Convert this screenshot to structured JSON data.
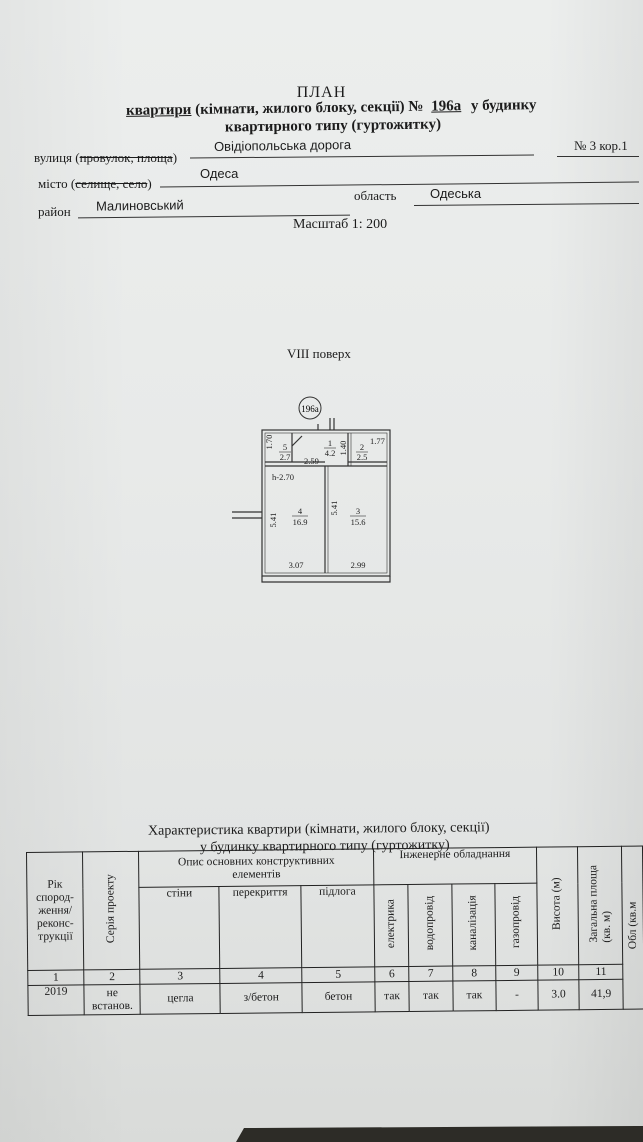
{
  "document": {
    "title": "ПЛАН",
    "subtitle_prefix": "квартири",
    "subtitle_middle": "(кімнати, жилого блоку, секції)",
    "number_sign": "№",
    "apartment_number": "196а",
    "subtitle_suffix": "у будинку",
    "subtitle_line2": "квартирного типу (гуртожитку)",
    "street_label_a": "вулиця (",
    "street_label_strike": "провулок, площа",
    "street_label_b": ")",
    "street_value": "Овідіопольська дорога",
    "building_value": "№ 3 кор.1",
    "city_label_a": "місто (",
    "city_label_strike": "селище, село",
    "city_label_b": ")",
    "city_value": "Одеса",
    "district_label": "район",
    "district_value": "Малиновський",
    "region_label": "область",
    "region_value": "Одеська",
    "scale": "Масштаб 1: 200",
    "floor": "VIII поверх"
  },
  "floorplan": {
    "apartment_tag": "196а",
    "height_label": "h-2.70",
    "rooms": [
      {
        "number": "5",
        "area": "2.7"
      },
      {
        "number": "1",
        "area": "4.2"
      },
      {
        "number": "2",
        "area": "2.5"
      },
      {
        "number": "4",
        "area": "16.9"
      },
      {
        "number": "3",
        "area": "15.6"
      }
    ],
    "dimensions": {
      "d_1_70": "1.70",
      "d_1_40": "1.40",
      "d_1_77": "1.77",
      "d_2_59": "2.59",
      "d_5_41_left": "5.41",
      "d_5_41_mid": "5.41",
      "d_3_07": "3.07",
      "d_2_99": "2.99"
    }
  },
  "characteristics": {
    "title_line1": "Характеристика квартири (кімнати, жилого блоку, секції)",
    "title_line2": "у будинку квартирного типу (гуртожитку)",
    "headers": {
      "year": [
        "Рік",
        "спород-",
        "ження/",
        "реконс-",
        "трукції"
      ],
      "series": "Серія проекту",
      "structures": [
        "Опис основних конструктивних",
        "елементів"
      ],
      "walls": "стіни",
      "floors_ceil": "перекриття",
      "floor": "підлога",
      "engineering": "Інженерне обладнання",
      "electric": "електрика",
      "water": "водопровід",
      "sewer": "каналізація",
      "gas": "газопровід",
      "height": "Висота (м)",
      "total_area": [
        "Загальна площа",
        "(кв. м)"
      ],
      "partial": "Обл (кв.м"
    },
    "column_numbers": [
      "1",
      "2",
      "3",
      "4",
      "5",
      "6",
      "7",
      "8",
      "9",
      "10",
      "11"
    ],
    "row": {
      "year": "2019",
      "series": [
        "не",
        "встанов."
      ],
      "walls": "цегла",
      "floors_ceil": "з/бетон",
      "floor": "бетон",
      "electric": "так",
      "water": "так",
      "sewer": "так",
      "gas": "-",
      "height": "3.0",
      "total_area": "41,9"
    }
  }
}
